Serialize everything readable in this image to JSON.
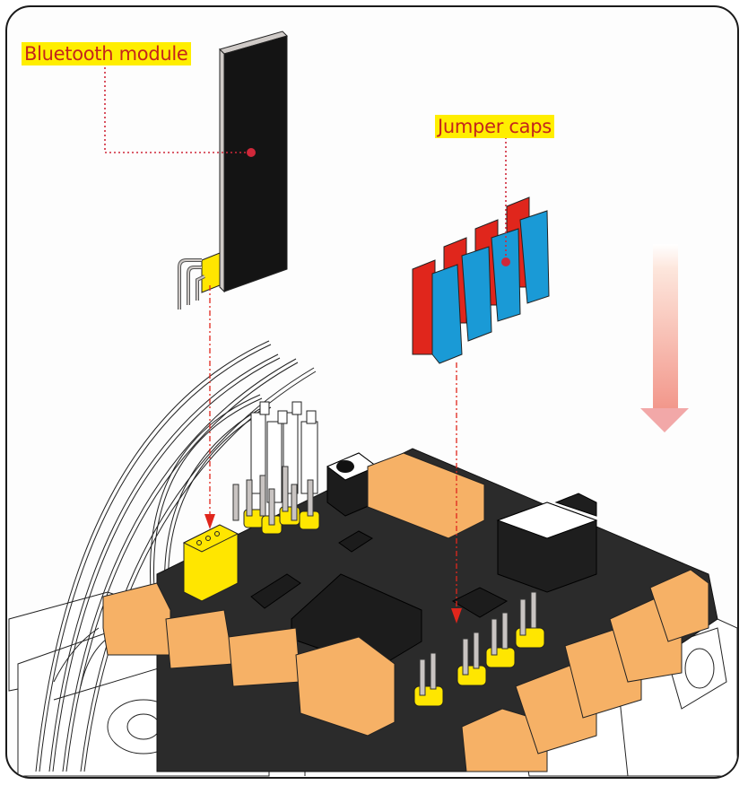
{
  "figure": {
    "type": "exploded-assembly-illustration",
    "labels": {
      "bluetooth_module": "Bluetooth module",
      "jumper_caps": "Jumper caps"
    },
    "colors": {
      "label_background": "#ffee00",
      "label_text": "#c4251c",
      "leader_line": "#d0283a",
      "board": "#2b2b2b",
      "connector_orange": "#f6b166",
      "header_yellow": "#ffe600",
      "jumper_red": "#e0261c",
      "jumper_blue": "#1a9ad6",
      "pin_gray": "#c9c4c2",
      "bluetooth_pcb": "#141414",
      "arrow_gradient_top": "#fde6dc",
      "arrow_gradient_bottom": "#f2968a"
    },
    "parts": {
      "jumper_cap_count": 8,
      "jumper_cap_colors": [
        "red",
        "red",
        "red",
        "red",
        "blue",
        "blue",
        "blue",
        "blue"
      ]
    },
    "direction_arrow": "down"
  }
}
